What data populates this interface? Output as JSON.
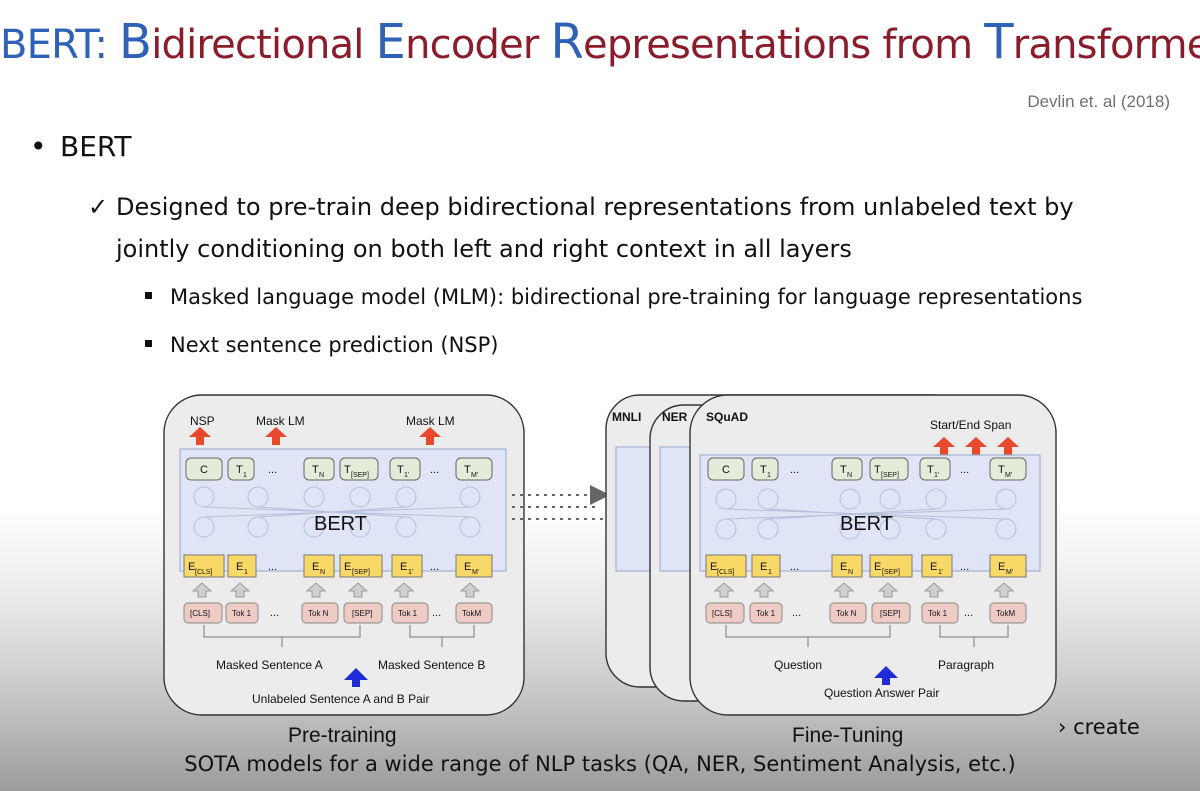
{
  "header": {
    "title_lead": "BERT",
    "title_colon": ":",
    "w1_cap": "B",
    "w1_rest": "idirectional",
    "w2_cap": "E",
    "w2_rest": "ncoder",
    "w3_cap": "R",
    "w3_rest": "epresentations from",
    "w4_cap": "T",
    "w4_rest": "ransformer",
    "citation": "Devlin et. al (2018)"
  },
  "content": {
    "bullet": "BERT",
    "check_line_1": "Designed to pre-train deep bidirectional representations from unlabeled text by",
    "check_line_2": "jointly conditioning on both left and right context in all layers",
    "sub_1": "Masked language model (MLM): bidirectional pre-training for language representations",
    "sub_2": "Next sentence prediction (NSP)"
  },
  "diagram": {
    "pre": {
      "top_labels": [
        "NSP",
        "Mask LM",
        "Mask LM"
      ],
      "outputs": [
        "C",
        "T",
        "...",
        "T",
        "T",
        "T",
        "...",
        "T"
      ],
      "output_subs": [
        "",
        "1",
        "",
        "N",
        "[SEP]",
        "1'",
        "",
        "M'"
      ],
      "model": "BERT",
      "embeds": [
        "E",
        "E",
        "...",
        "E",
        "E",
        "E",
        "...",
        "E"
      ],
      "embed_subs": [
        "[CLS]",
        "1",
        "",
        "N",
        "[SEP]",
        "1'",
        "",
        "M'"
      ],
      "tokens": [
        "[CLS]",
        "Tok 1",
        "...",
        "Tok N",
        "[SEP]",
        "Tok 1",
        "...",
        "TokM"
      ],
      "sent_a": "Masked Sentence A",
      "sent_b": "Masked Sentence B",
      "pair": "Unlabeled Sentence A and B Pair"
    },
    "fine": {
      "tabs": [
        "MNLI",
        "NER",
        "SQuAD"
      ],
      "span": "Start/End Span",
      "outputs": [
        "C",
        "T",
        "...",
        "T",
        "T",
        "T",
        "...",
        "T"
      ],
      "output_subs": [
        "",
        "1",
        "",
        "N",
        "[SEP]",
        "1'",
        "",
        "M'"
      ],
      "model": "BERT",
      "embeds": [
        "E",
        "E",
        "...",
        "E",
        "E",
        "E",
        "...",
        "E"
      ],
      "embed_subs": [
        "[CLS]",
        "1",
        "",
        "N",
        "[SEP]",
        "1'",
        "",
        "M'"
      ],
      "tokens": [
        "[CLS]",
        "Tok 1",
        "...",
        "Tok N",
        "[SEP]",
        "Tok 1",
        "...",
        "TokM"
      ],
      "question": "Question",
      "paragraph": "Paragraph",
      "pair": "Question Answer Pair"
    }
  },
  "captions": {
    "pre": "Pre-training",
    "fine": "Fine-Tuning"
  },
  "footer": {
    "overlay": "› create",
    "line": "SOTA models for a wide range of NLP tasks (QA, NER, Sentiment Analysis, etc.)"
  },
  "colors": {
    "title_blue": "#2f62b6",
    "title_red": "#8b1c2b",
    "output_green": "#e4ecd9",
    "embed_yellow": "#f8d867",
    "token_pink": "#efcbc5",
    "model_blue": "#dfe5f7",
    "arrow_red": "#e8482b",
    "arrow_blue": "#1f2bd6"
  }
}
